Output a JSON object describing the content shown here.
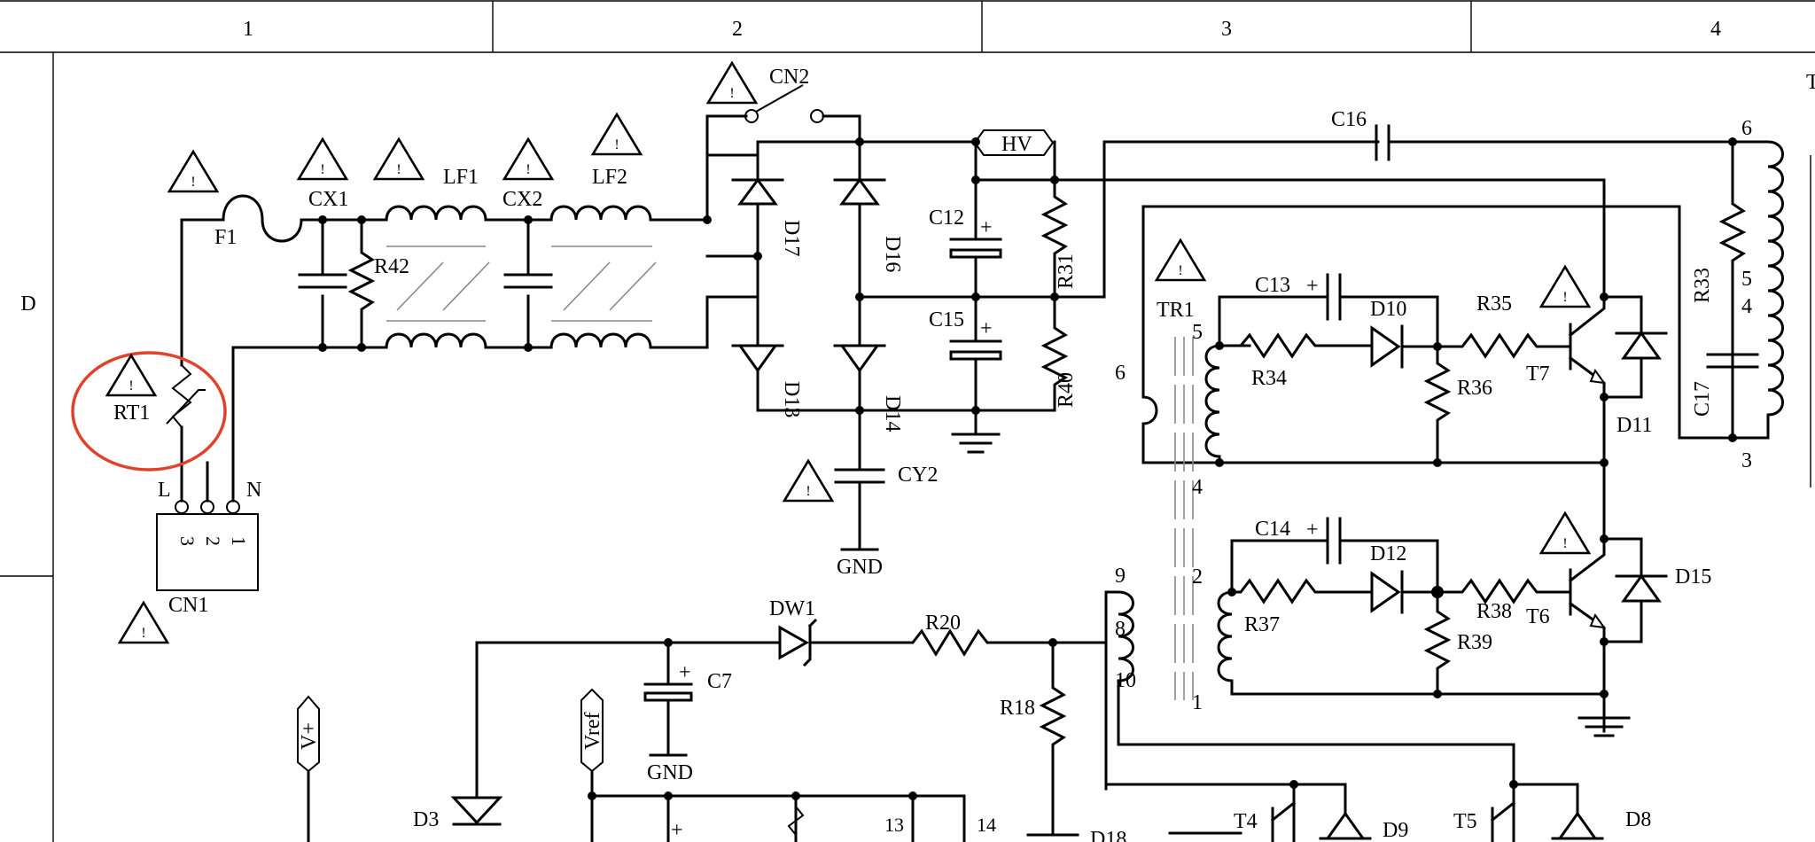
{
  "frame": {
    "columns": [
      "1",
      "2",
      "3",
      "4"
    ],
    "rows": [
      "D"
    ]
  },
  "components": {
    "F1": "F1",
    "CX1": "CX1",
    "CX2": "CX2",
    "LF1": "LF1",
    "LF2": "LF2",
    "R42": "R42",
    "CN2": "CN2",
    "HV": "HV",
    "RT1": "RT1",
    "CN1": "CN1",
    "L": "L",
    "N": "N",
    "pin3": "3",
    "pin2": "2",
    "pin1": "1",
    "D17": "D17",
    "D16": "D16",
    "D13": "D13",
    "D14": "D14",
    "C12": "C12",
    "C15": "C15",
    "R31": "R31",
    "R40": "R40",
    "CY2": "CY2",
    "GND": "GND",
    "C16": "C16",
    "C13": "C13",
    "D10": "D10",
    "R35": "R35",
    "TR1": "TR1",
    "R34": "R34",
    "R36": "R36",
    "T7": "T7",
    "D11": "D11",
    "R33": "R33",
    "C17": "C17",
    "C14": "C14",
    "D12": "D12",
    "R37": "R37",
    "R38": "R38",
    "R39": "R39",
    "T6": "T6",
    "D15": "D15",
    "DW1": "DW1",
    "R20": "R20",
    "R18": "R18",
    "C7": "C7",
    "GND2": "GND",
    "Vplus": "V+",
    "Vref": "Vref",
    "D3": "D3",
    "D18": "D18",
    "T4": "T4",
    "D9": "D9",
    "T5": "T5",
    "D8": "D8",
    "pin13": "13",
    "pin14": "14",
    "tr_5": "5",
    "tr_6": "6",
    "tr_4": "4",
    "tr_9": "9",
    "tr_8": "8",
    "tr_10": "10",
    "tr_2": "2",
    "tr_1": "1",
    "t_6": "6",
    "t_5": "5",
    "t_4": "4",
    "t_3": "3",
    "plus": "+"
  },
  "highlight": {
    "color": "#e0432c",
    "target": "RT1"
  }
}
